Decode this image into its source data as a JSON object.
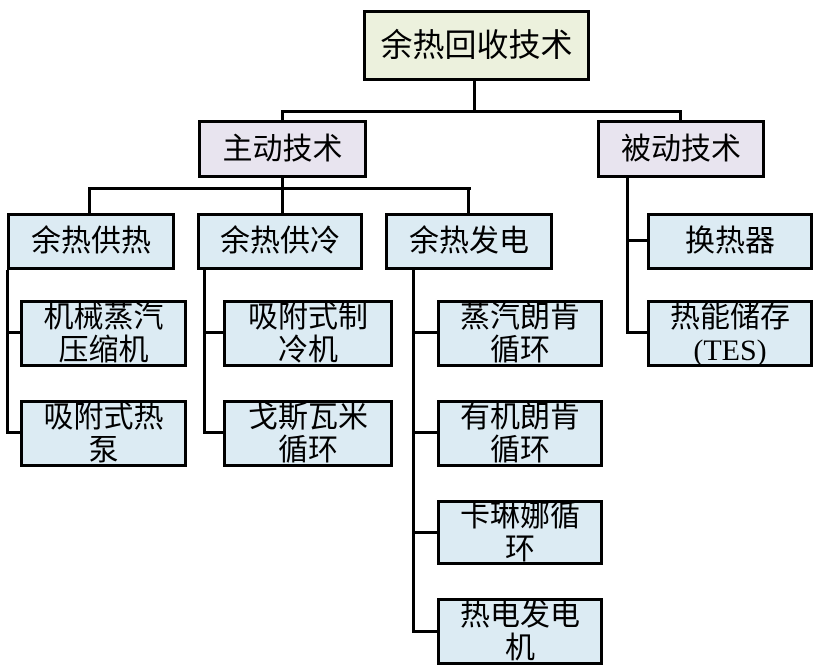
{
  "diagram_title": "余热回收技术",
  "colors": {
    "root_fill": "#ecf1dd",
    "level2_fill": "#e8e4ef",
    "leaf_fill": "#dcebf3",
    "border": "#000000",
    "background": "#ffffff"
  },
  "nodes": {
    "root": {
      "label": "余热回收技术"
    },
    "active": {
      "label": "主动技术"
    },
    "passive": {
      "label": "被动技术"
    },
    "heating": {
      "label": "余热供热"
    },
    "cooling": {
      "label": "余热供冷"
    },
    "power": {
      "label": "余热发电"
    },
    "heat_exchanger": {
      "label": "换热器"
    },
    "mech_vapor_compressor": {
      "label": [
        "机械蒸汽",
        "压缩机"
      ]
    },
    "adsorption_heat_pump": {
      "label": [
        "吸附式热",
        "泵"
      ]
    },
    "adsorption_chiller": {
      "label": [
        "吸附式制",
        "冷机"
      ]
    },
    "goswami_cycle": {
      "label": [
        "戈斯瓦米",
        "循环"
      ]
    },
    "steam_rankine_cycle": {
      "label": [
        "蒸汽朗肯",
        "循环"
      ]
    },
    "organic_rankine_cycle": {
      "label": [
        "有机朗肯",
        "循环"
      ]
    },
    "kalina_cycle": {
      "label": [
        "卡琳娜循",
        "环"
      ]
    },
    "thermoelectric_generator": {
      "label": [
        "热电发电",
        "机"
      ]
    },
    "thermal_energy_storage": {
      "label": [
        "热能储存",
        "(TES)"
      ]
    }
  },
  "hierarchy": {
    "余热回收技术": {
      "主动技术": {
        "余热供热": [
          "机械蒸汽压缩机",
          "吸附式热泵"
        ],
        "余热供冷": [
          "吸附式制冷机",
          "戈斯瓦米循环"
        ],
        "余热发电": [
          "蒸汽朗肯循环",
          "有机朗肯循环",
          "卡琳娜循环",
          "热电发电机"
        ]
      },
      "被动技术": [
        "换热器",
        "热能储存(TES)"
      ]
    }
  }
}
